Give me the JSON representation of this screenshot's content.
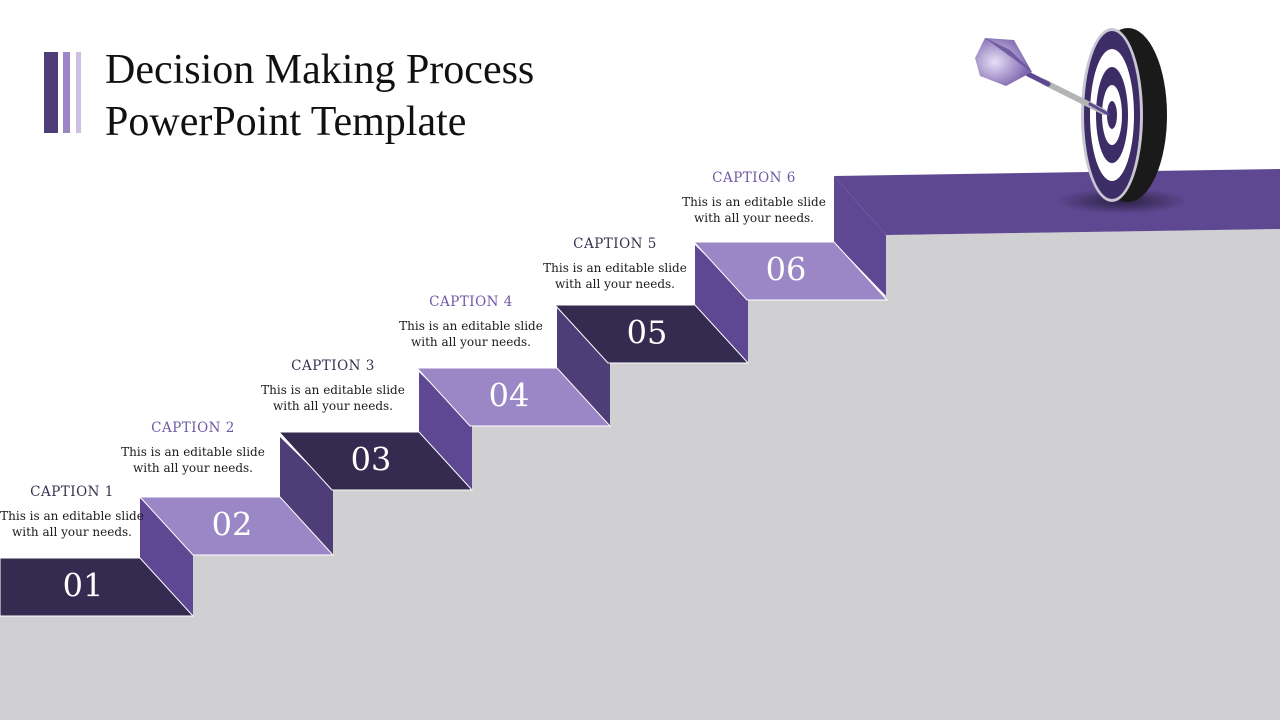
{
  "title": {
    "line1": "Decision Making Process",
    "line2": "PowerPoint Template"
  },
  "colors": {
    "dark": "#352a4f",
    "light": "#9c87c6",
    "riser": "#4f3d78",
    "riser_alt": "#5f4893",
    "platform": "#5f4892",
    "ground": "#d0cfd1",
    "caption_dark": "#3a3050",
    "caption_purple": "#6e59a5"
  },
  "steps": [
    {
      "number": "01",
      "caption": "CAPTION 1",
      "text_line1": "This is an editable slide",
      "text_line2": "with all your needs.",
      "shade": "dark"
    },
    {
      "number": "02",
      "caption": "CAPTION 2",
      "text_line1": "This is an editable slide",
      "text_line2": "with all your needs.",
      "shade": "light"
    },
    {
      "number": "03",
      "caption": "CAPTION 3",
      "text_line1": "This is an editable slide",
      "text_line2": "with all your needs.",
      "shade": "dark"
    },
    {
      "number": "04",
      "caption": "CAPTION 4",
      "text_line1": "This is an editable slide",
      "text_line2": "with all your needs.",
      "shade": "light"
    },
    {
      "number": "05",
      "caption": "CAPTION 5",
      "text_line1": "This is an editable slide",
      "text_line2": "with all your needs.",
      "shade": "dark"
    },
    {
      "number": "06",
      "caption": "CAPTION 6",
      "text_line1": "This is an editable slide",
      "text_line2": "with all your needs.",
      "shade": "light"
    }
  ],
  "icons": {
    "goal": "dartboard-with-dart-icon"
  }
}
